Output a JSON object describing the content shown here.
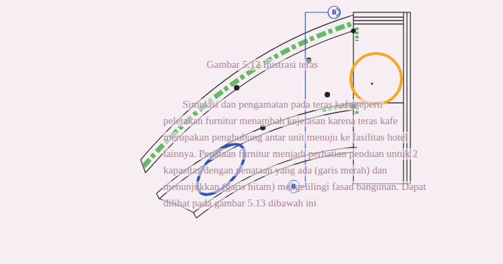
{
  "diagram": {
    "labels": [
      "Gambar 5.12 Ilustrasi teras",
      "Simulasi dan pengamatan pada teras kafe seperti",
      "peletakan furnitur menambah kejelasan karena teras kafe",
      "merupakan penghubung antar unit menuju ke fasilitas hotel",
      "lainnya. Penataan furnitur menjadi perhatian penduan untuk 2",
      "kapasitas dengan penataan yang ada (garis merah) dan",
      "menunjukkan (garis hitam) mengelilingi fasad bangunan. Dapat",
      "dilihat pada gambar 5.13 dibawah ini",
      "B",
      "B"
    ]
  }
}
